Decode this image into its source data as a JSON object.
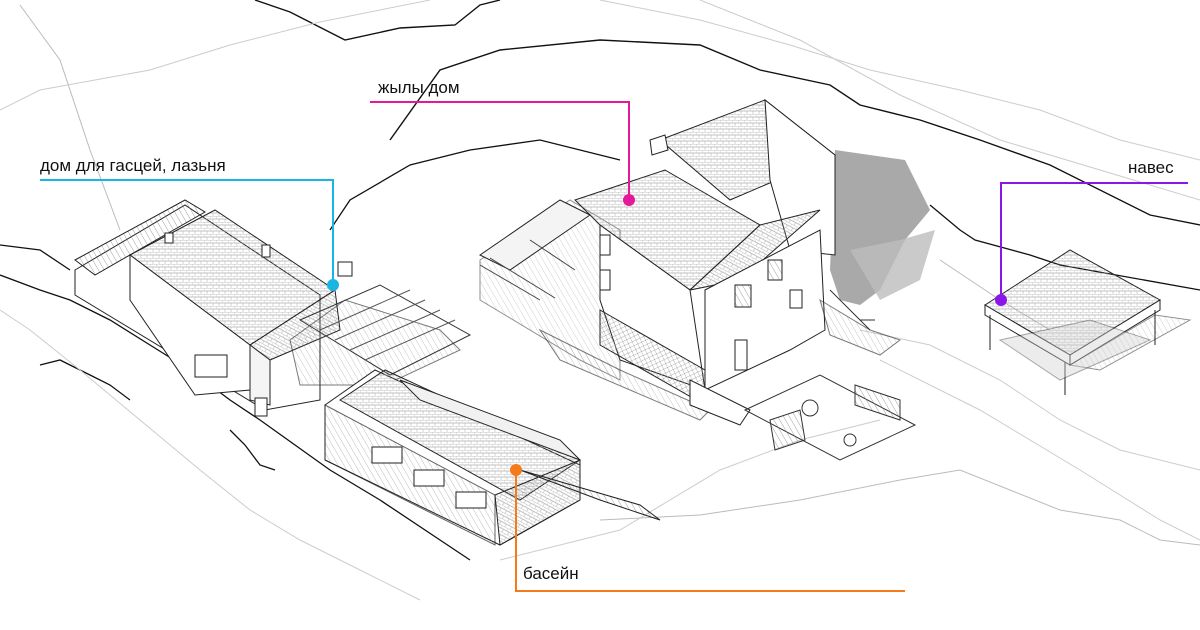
{
  "callouts": [
    {
      "id": "guest",
      "text": "дом для гасцей, лазьня",
      "color": "#19b6e4"
    },
    {
      "id": "house",
      "text": "жылы дом",
      "color": "#e6189a"
    },
    {
      "id": "canopy",
      "text": "навес",
      "color": "#8a17e8"
    },
    {
      "id": "pool",
      "text": "басейн",
      "color": "#f47a1a"
    }
  ]
}
